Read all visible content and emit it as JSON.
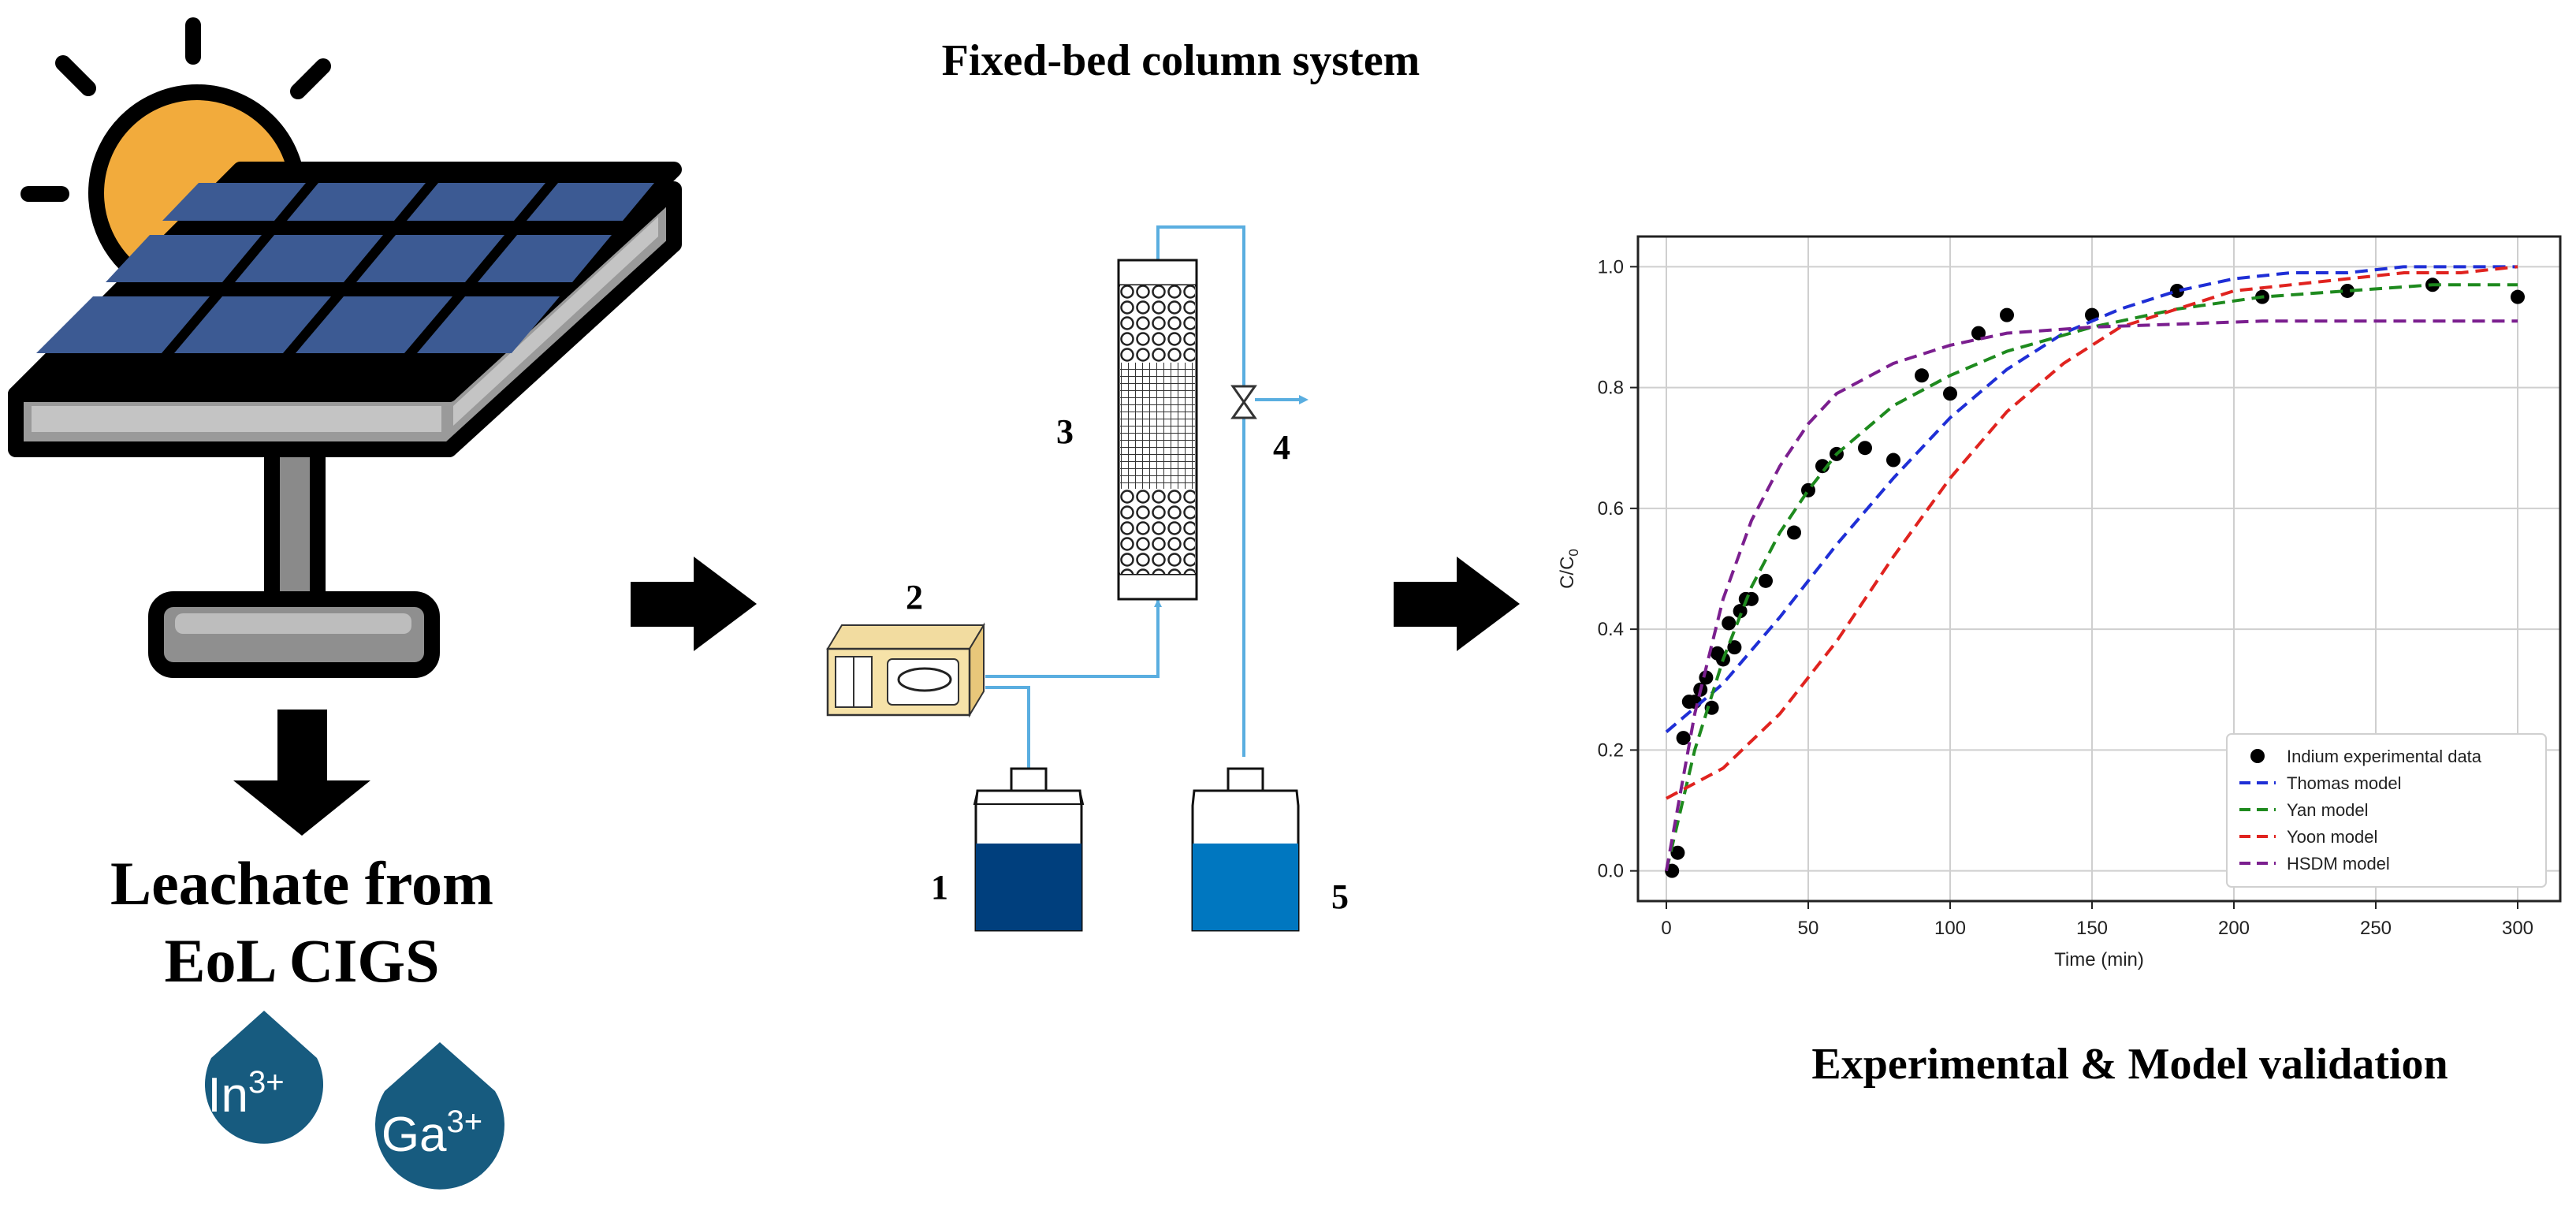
{
  "titles": {
    "column_system": "Fixed-bed column system",
    "validation": "Experimental & Model validation"
  },
  "source": {
    "line1": "Leachate from",
    "line2": "EoL CIGS",
    "ion_in": "In",
    "ion_in_charge": "3+",
    "ion_ga": "Ga",
    "ion_ga_charge": "3+"
  },
  "apparatus": {
    "labels": [
      "1",
      "2",
      "3",
      "4",
      "5"
    ],
    "colors": {
      "tubing": "#5aaee0",
      "feed": "#003f7d",
      "effluent": "#0077c0",
      "pump": "#f2dca0"
    }
  },
  "chart_data": {
    "type": "scatter",
    "xlabel": "Time (min)",
    "ylabel": "C/C",
    "ylabel_sub": "0",
    "xlim": [
      -10,
      315
    ],
    "ylim": [
      -0.05,
      1.05
    ],
    "xticks": [
      0,
      50,
      100,
      150,
      200,
      250,
      300
    ],
    "yticks": [
      0.0,
      0.2,
      0.4,
      0.6,
      0.8,
      1.0
    ],
    "grid": true,
    "legend_position": "bottom-right",
    "series": [
      {
        "name": "Indium experimental data",
        "kind": "points",
        "color": "#000000",
        "x": [
          2,
          4,
          6,
          8,
          10,
          12,
          14,
          16,
          18,
          20,
          22,
          24,
          26,
          28,
          30,
          35,
          45,
          50,
          55,
          60,
          70,
          80,
          90,
          100,
          110,
          120,
          150,
          180,
          210,
          240,
          270,
          300
        ],
        "y": [
          0.0,
          0.03,
          0.22,
          0.28,
          0.28,
          0.3,
          0.32,
          0.27,
          0.36,
          0.35,
          0.41,
          0.37,
          0.43,
          0.45,
          0.45,
          0.48,
          0.56,
          0.63,
          0.67,
          0.69,
          0.7,
          0.68,
          0.82,
          0.79,
          0.89,
          0.92,
          0.92,
          0.96,
          0.95,
          0.96,
          0.97,
          0.95
        ]
      },
      {
        "name": "Thomas model",
        "kind": "line",
        "color": "#1f2fd6",
        "x": [
          0,
          20,
          40,
          60,
          80,
          100,
          120,
          140,
          160,
          180,
          200,
          220,
          240,
          260,
          280,
          300
        ],
        "y": [
          0.23,
          0.31,
          0.42,
          0.54,
          0.65,
          0.75,
          0.83,
          0.89,
          0.93,
          0.96,
          0.98,
          0.99,
          0.99,
          1.0,
          1.0,
          1.0
        ]
      },
      {
        "name": "Yan model",
        "kind": "line",
        "color": "#1e8a1e",
        "x": [
          0,
          10,
          20,
          30,
          40,
          50,
          60,
          80,
          100,
          120,
          150,
          180,
          210,
          240,
          270,
          300
        ],
        "y": [
          0.0,
          0.2,
          0.35,
          0.47,
          0.56,
          0.63,
          0.69,
          0.77,
          0.82,
          0.86,
          0.9,
          0.93,
          0.95,
          0.96,
          0.97,
          0.97
        ]
      },
      {
        "name": "Yoon model",
        "kind": "line",
        "color": "#e0231f",
        "x": [
          0,
          20,
          40,
          60,
          80,
          100,
          120,
          140,
          160,
          180,
          200,
          220,
          240,
          260,
          280,
          300
        ],
        "y": [
          0.12,
          0.17,
          0.26,
          0.38,
          0.52,
          0.65,
          0.76,
          0.84,
          0.9,
          0.93,
          0.96,
          0.97,
          0.98,
          0.99,
          0.99,
          1.0
        ]
      },
      {
        "name": "HSDM model",
        "kind": "line",
        "color": "#7b1f8f",
        "x": [
          0,
          10,
          20,
          30,
          40,
          50,
          60,
          80,
          100,
          120,
          150,
          180,
          210,
          240,
          270,
          300
        ],
        "y": [
          0.0,
          0.26,
          0.45,
          0.58,
          0.67,
          0.74,
          0.79,
          0.84,
          0.87,
          0.89,
          0.9,
          0.905,
          0.91,
          0.91,
          0.91,
          0.91
        ]
      }
    ]
  }
}
